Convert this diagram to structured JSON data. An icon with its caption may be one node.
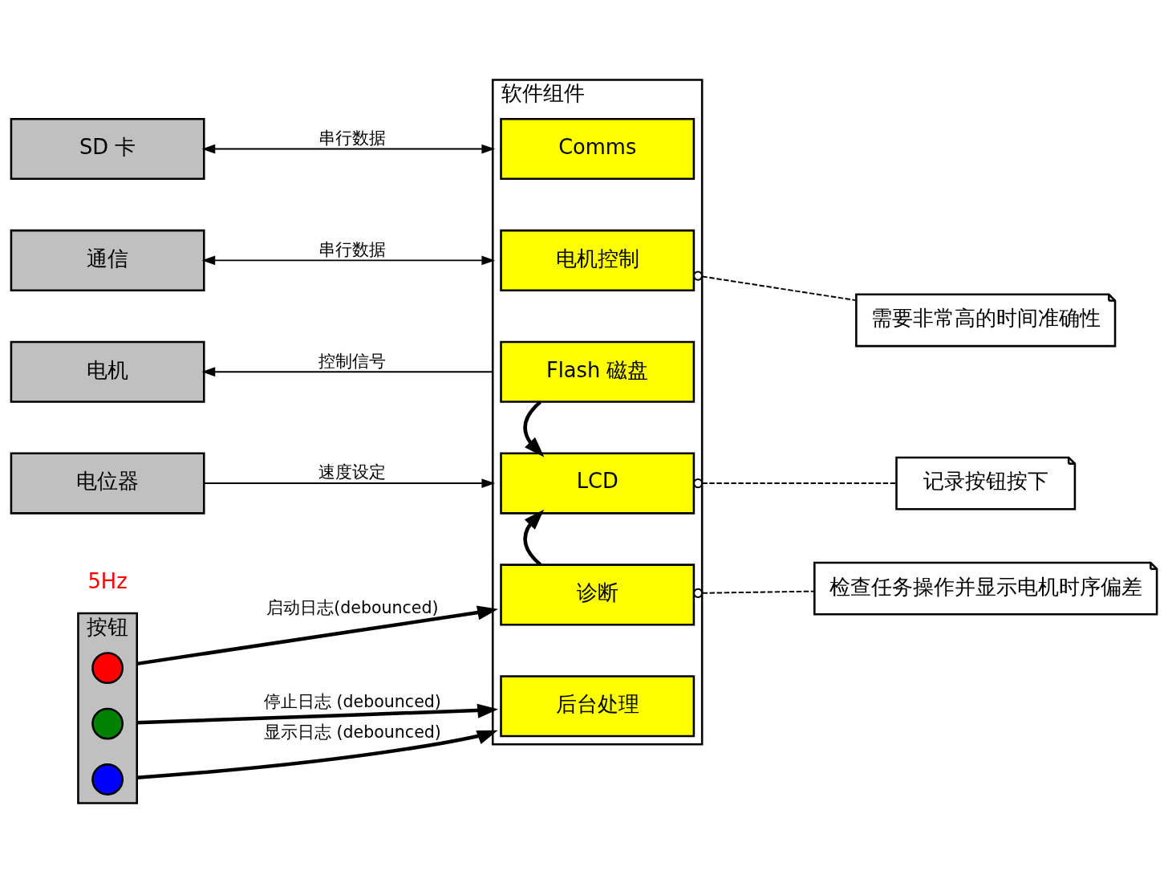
{
  "diagram": {
    "nodes": [
      {
        "text": [
          "SD 卡"
        ]
      },
      {
        "text": [
          "通信"
        ]
      },
      {
        "text": [
          "电机"
        ]
      },
      {
        "text": [
          "电位器"
        ]
      },
      {
        "text": [
          "按钮"
        ]
      },
      {
        "text": [],
        "shape": "circle",
        "in": 4
      },
      {
        "text": [],
        "shape": "circle",
        "in": 4
      },
      {
        "text": [],
        "shape": "circle",
        "in": 4
      },
      {
        "text": [
          "软件组件"
        ]
      },
      {
        "text": [
          "Comms"
        ],
        "in": 8
      },
      {
        "text": [
          "电机控制"
        ],
        "in": 8
      },
      {
        "text": [
          "Flash 磁盘"
        ],
        "in": 8
      },
      {
        "text": [
          "LCD"
        ],
        "in": 8
      },
      {
        "text": [
          "诊断"
        ],
        "in": 8
      },
      {
        "text": [
          "后台处理"
        ],
        "in": 8
      },
      {
        "text": [
          "需要非常高的时间准确性"
        ]
      },
      {
        "text": [
          "记录按钮按下"
        ]
      },
      {
        "text": [
          "检查任务操作并显示电机时序偏差"
        ]
      }
    ],
    "edges": [
      {
        "from": 0,
        "to": 8,
        "arrow": "both",
        "label": "串行数据"
      },
      {
        "from": 1,
        "to": 8,
        "arrow": "both",
        "label": "串行数据"
      },
      {
        "from": 8,
        "to": 2,
        "arrow": "to",
        "label": "控制信号"
      },
      {
        "from": 3,
        "to": 8,
        "arrow": "to",
        "label": "速度设定"
      },
      {
        "from": 4,
        "to": 8,
        "arrow": "to",
        "label": "启动日志(debounced)",
        "style": "thick"
      },
      {
        "from": 4,
        "to": 8,
        "arrow": "to",
        "label": "停止日志 (debounced)",
        "style": "thick"
      },
      {
        "from": 4,
        "to": 8,
        "arrow": "to",
        "label": "显示日志 (debounced)",
        "style": "thick"
      },
      {
        "from": 11,
        "to": 12,
        "arrow": "to",
        "style": "thick"
      },
      {
        "from": 13,
        "to": 12,
        "arrow": "to",
        "style": "thick"
      },
      {
        "from": 15,
        "to": 10,
        "arrow": "other",
        "style": "dashed"
      },
      {
        "from": 16,
        "to": 12,
        "arrow": "other",
        "style": "dashed"
      },
      {
        "from": 17,
        "to": 13,
        "arrow": "other",
        "style": "dashed"
      }
    ],
    "labels": [
      "5Hz"
    ]
  }
}
